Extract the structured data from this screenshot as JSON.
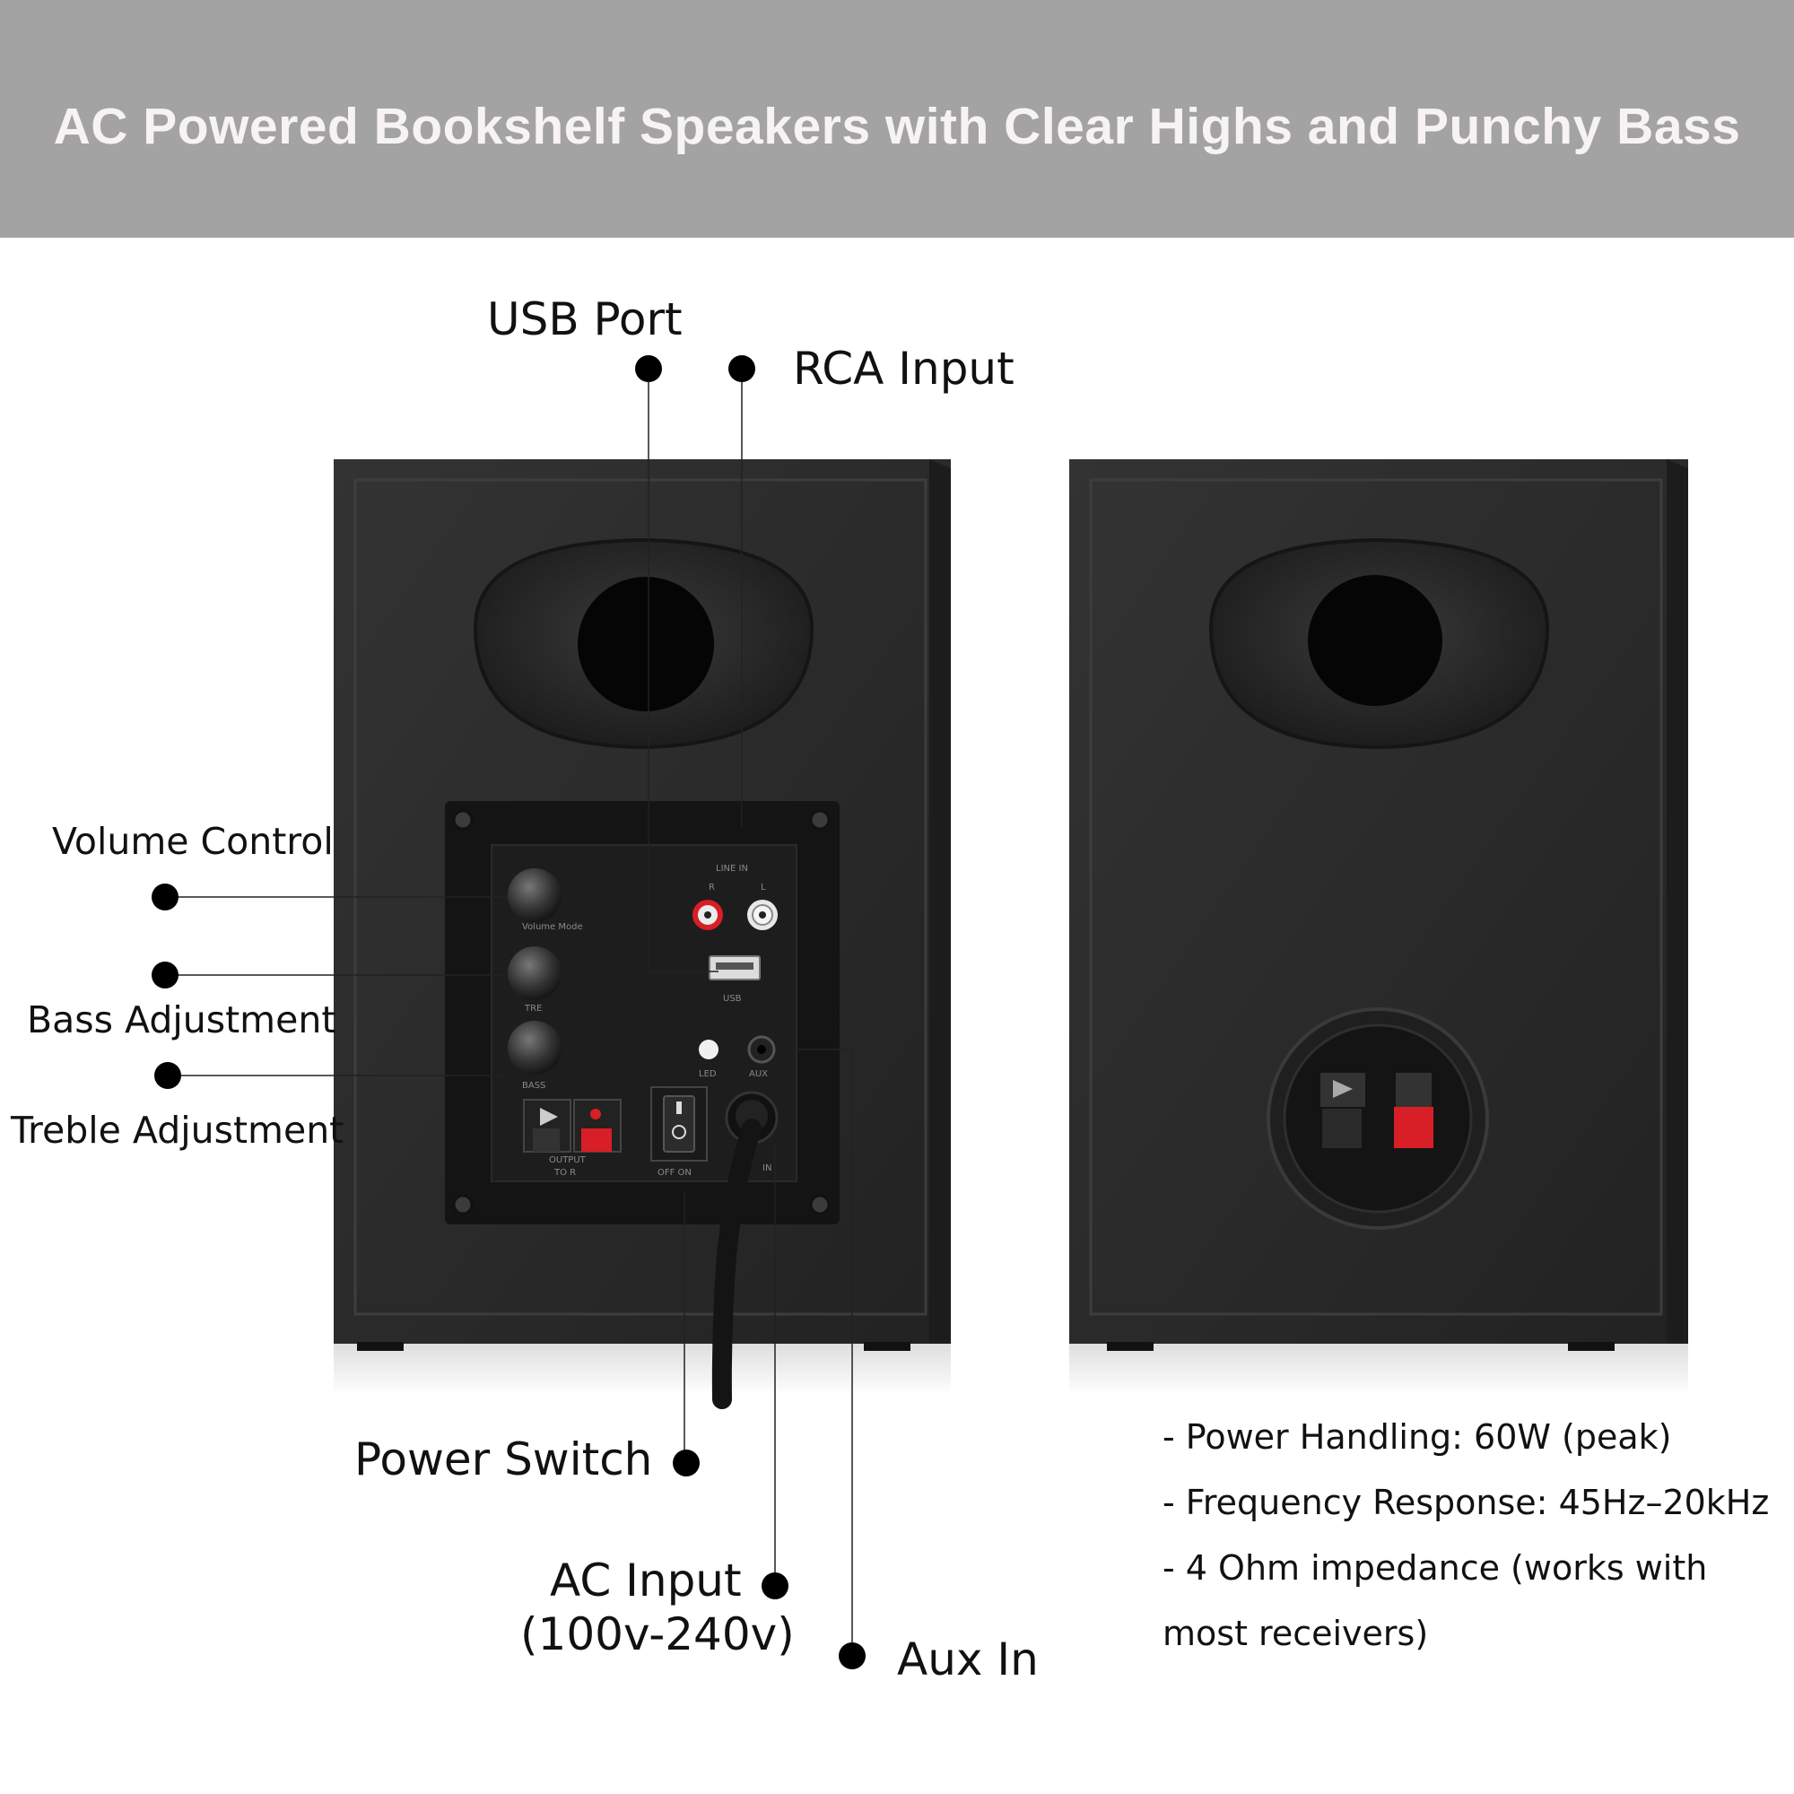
{
  "banner": {
    "title": "AC Powered Bookshelf Speakers with Clear Highs and Punchy Bass"
  },
  "callouts": {
    "usb_port": "USB Port",
    "rca_input": "RCA Input",
    "volume_control": "Volume Control",
    "bass_adjustment": "Bass Adjustment",
    "treble_adjustment": "Treble Adjustment",
    "power_switch": "Power Switch",
    "ac_input_line1": "AC Input",
    "ac_input_line2": "(100v-240v)",
    "aux_in": "Aux In"
  },
  "panel_markings": {
    "line_in": "LINE IN",
    "r": "R",
    "l": "L",
    "volume_mode": "Volume Mode",
    "usb": "USB",
    "treble": "TRE",
    "led": "LED",
    "aux": "AUX",
    "bass": "BASS",
    "output": "OUTPUT",
    "to_r": "TO R",
    "off_on": "OFF ON",
    "in": "IN"
  },
  "specs": [
    "- Power Handling: 60W (peak)",
    "- Frequency Response: 45Hz–20kHz",
    "- 4 Ohm impedance (works with most receivers)"
  ],
  "colors": {
    "banner": "#a3a3a3",
    "cabinet": "#2b2b2b",
    "red_terminal": "#d81e26"
  }
}
